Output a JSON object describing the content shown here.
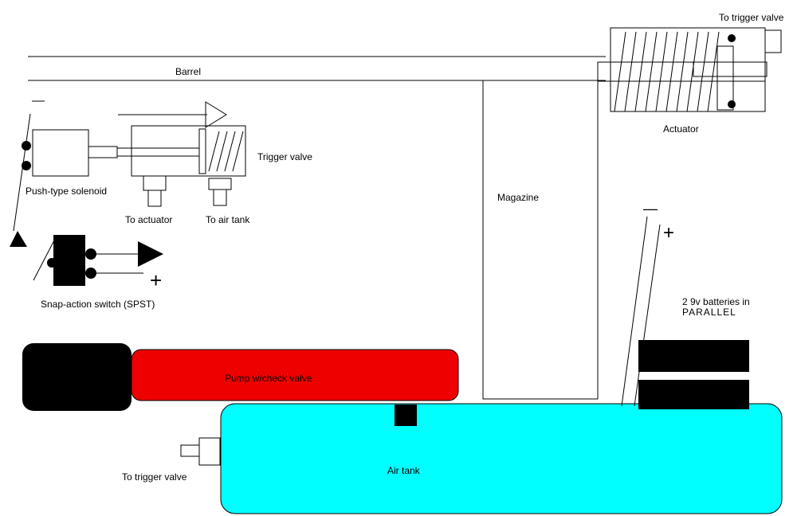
{
  "labels": {
    "barrel": "Barrel",
    "to_trigger_valve_top": "To trigger valve",
    "actuator": "Actuator",
    "trigger_valve": "Trigger valve",
    "push_type_solenoid": "Push-type solenoid",
    "to_actuator": "To actuator",
    "to_air_tank": "To air tank",
    "magazine": "Magazine",
    "snap_action_switch": "Snap-action switch (SPST)",
    "batteries_line1": "2 9v batteries in",
    "batteries_line2": "PARALLEL",
    "pump": "Pump w/check valve",
    "air_tank": "Air tank",
    "to_trigger_valve_bottom": "To trigger valve"
  },
  "polarity": {
    "minus": "—",
    "plus": "+"
  },
  "colors": {
    "pump_body": "#ee0000",
    "pump_handle": "#000000",
    "air_tank": "#00ffff",
    "battery": "#000000",
    "line": "#000000"
  }
}
